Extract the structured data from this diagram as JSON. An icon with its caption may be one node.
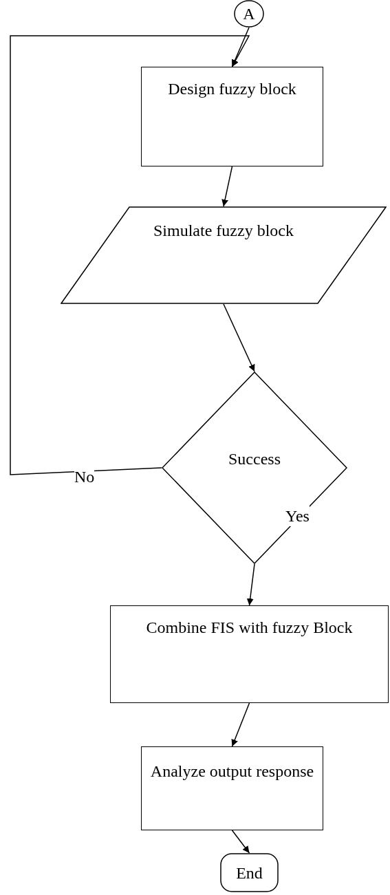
{
  "diagram": {
    "nodes": [
      {
        "text": [
          "A"
        ]
      },
      {
        "text": [
          "Design fuzzy block"
        ]
      },
      {
        "text": [
          "Simulate fuzzy block"
        ]
      },
      {
        "text": [
          "Success"
        ]
      },
      {
        "text": [
          "Combine FIS with fuzzy Block"
        ]
      },
      {
        "text": [
          "Analyze output response"
        ]
      },
      {
        "text": [
          "End"
        ]
      }
    ],
    "edges": [
      {
        "from": 0,
        "to": 1,
        "arrow": "to"
      },
      {
        "from": 1,
        "to": 2,
        "arrow": "to"
      },
      {
        "from": 2,
        "to": 3,
        "arrow": "to"
      },
      {
        "from": 3,
        "to": 4,
        "arrow": "to",
        "label": "Yes"
      },
      {
        "from": 3,
        "to": 1,
        "arrow": "to",
        "label": "No"
      },
      {
        "from": 4,
        "to": 5,
        "arrow": "to"
      },
      {
        "from": 5,
        "to": 6,
        "arrow": "to"
      }
    ]
  }
}
